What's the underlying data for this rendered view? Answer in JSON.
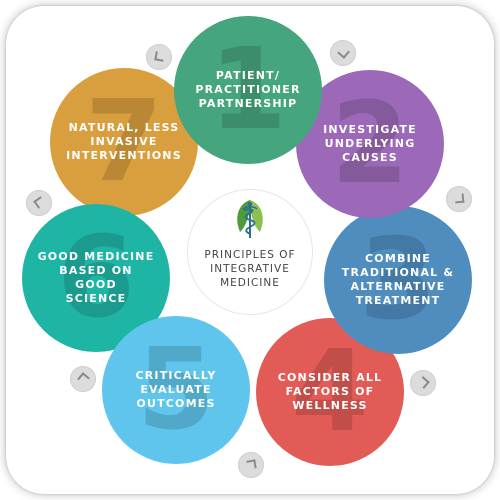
{
  "diagram": {
    "center_title": "PRINCIPLES OF\nINTEGRATIVE\nMEDICINE",
    "logo_icon": "caduceus-leaf-icon",
    "principles": [
      {
        "number": "1",
        "label": "PATIENT/\nPRACTITIONER\nPARTNERSHIP",
        "color": "#45A57E"
      },
      {
        "number": "2",
        "label": "INVESTIGATE\nUNDERLYING\nCAUSES",
        "color": "#9B69B7"
      },
      {
        "number": "3",
        "label": "COMBINE\nTRADITIONAL &\nALTERNATIVE\nTREATMENT",
        "color": "#4F8DBF"
      },
      {
        "number": "4",
        "label": "CONSIDER ALL\nFACTORS OF\nWELLNESS",
        "color": "#E25B57"
      },
      {
        "number": "5",
        "label": "CRITICALLY\nEVALUATE\nOUTCOMES",
        "color": "#5FC5EC"
      },
      {
        "number": "6",
        "label": "GOOD MEDICINE\nBASED ON GOOD\nSCIENCE",
        "color": "#1FB5A5"
      },
      {
        "number": "7",
        "label": "NATURAL, LESS\nINVASIVE\nINTERVENTIONS",
        "color": "#D99F3E"
      }
    ],
    "arrow_icon": "curved-arrow-icon"
  }
}
